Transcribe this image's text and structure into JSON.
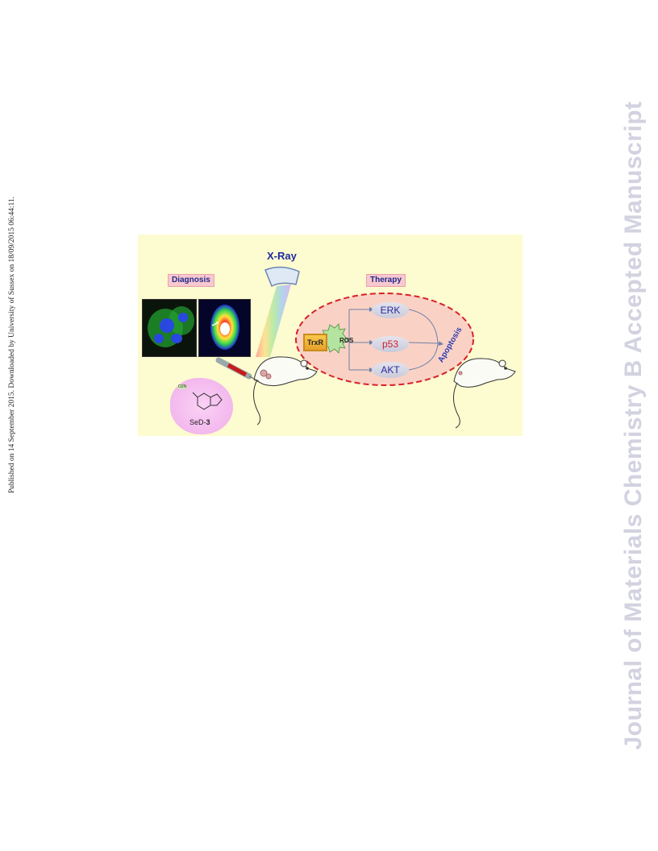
{
  "side_note": "Published on 14 September 2015. Downloaded by University of Sussex on 18/09/2015 06:44:11.",
  "watermark": "Journal of Materials Chemistry B Accepted Manuscript",
  "figure": {
    "diagnosis_label": "Diagnosis",
    "therapy_label": "Therapy",
    "xray_label": "X-Ray",
    "trxr_label": "TrxR",
    "ros_label": "ROS",
    "pathways": [
      "ERK",
      "p53",
      "AKT"
    ],
    "outcome_label": "Apoptosis",
    "compound_label": "SeD-",
    "compound_number": "3",
    "nitro_label": "O2N",
    "colors": {
      "background": "#fdfbd0",
      "therapy_ellipse": "#f9d2c5",
      "dashed_border": "#d8202a",
      "label_text": "#1e2a8c",
      "p53_text": "#d21f2a"
    }
  }
}
